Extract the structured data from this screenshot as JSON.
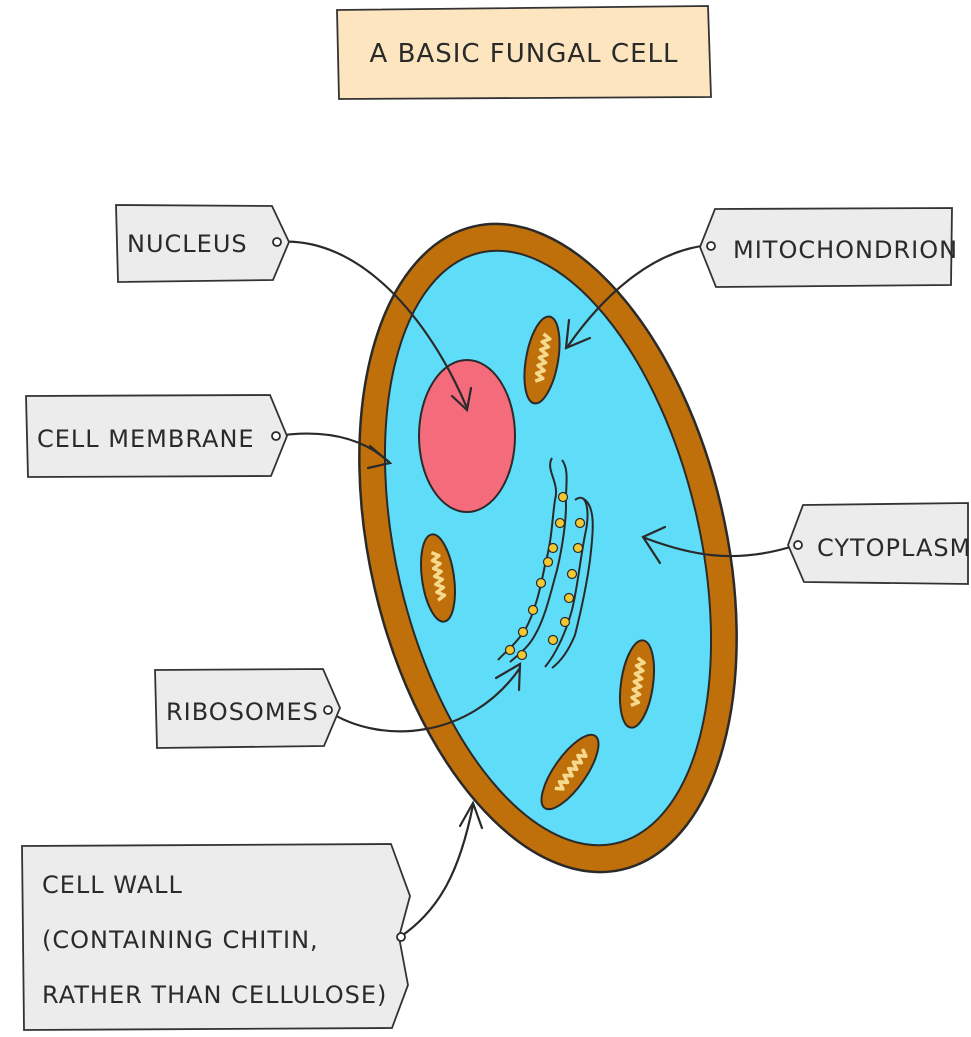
{
  "title": "A BASIC FUNGAL CELL",
  "labels": {
    "nucleus": "NUCLEUS",
    "mitochondrion": "MITOCHONDRION",
    "cell_membrane": "CELL MEMBRANE",
    "cytoplasm": "CYTOPLASM",
    "ribosomes": "RIBOSOMES",
    "cell_wall_line1": "CELL WALL",
    "cell_wall_line2": "(CONTAINING CHITIN,",
    "cell_wall_line3": "RATHER THAN CELLULOSE)"
  },
  "colors": {
    "title_box": "#fde6bf",
    "cell_wall": "#c0700a",
    "cytoplasm": "#5fdcf7",
    "nucleus": "#f46b7c",
    "mitochondrion": "#c0700a",
    "cristae": "#f5d98c",
    "ribosome": "#f2c833",
    "label_box": "#ececec"
  }
}
